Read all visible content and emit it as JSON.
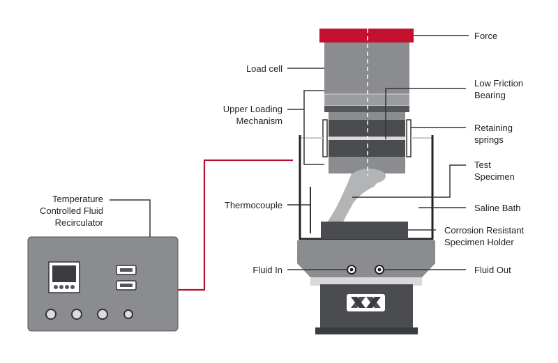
{
  "labels": {
    "force": "Force",
    "load_cell": "Load cell",
    "low_friction_bearing": [
      "Low Friction",
      "Bearing"
    ],
    "upper_loading_mechanism": [
      "Upper Loading",
      "Mechanism"
    ],
    "retaining_springs": [
      "Retaining",
      "springs"
    ],
    "test_specimen": [
      "Test",
      "Specimen"
    ],
    "thermocouple": "Thermocouple",
    "saline_bath": "Saline Bath",
    "corrosion_resistant_specimen_holder": [
      "Corrosion Resistant",
      "Specimen Holder"
    ],
    "fluid_in": "Fluid In",
    "fluid_out": "Fluid Out",
    "temperature_controlled_fluid_recirculator": [
      "Temperature",
      "Controlled Fluid",
      "Recirculator"
    ]
  },
  "colors": {
    "force_plate": "#c3112f",
    "connection_line": "#b5122e",
    "machine_body": "#8a8c8f",
    "machine_dark": "#4a4c50",
    "specimen": "#b3b4b6",
    "leader_line": "#333333"
  }
}
